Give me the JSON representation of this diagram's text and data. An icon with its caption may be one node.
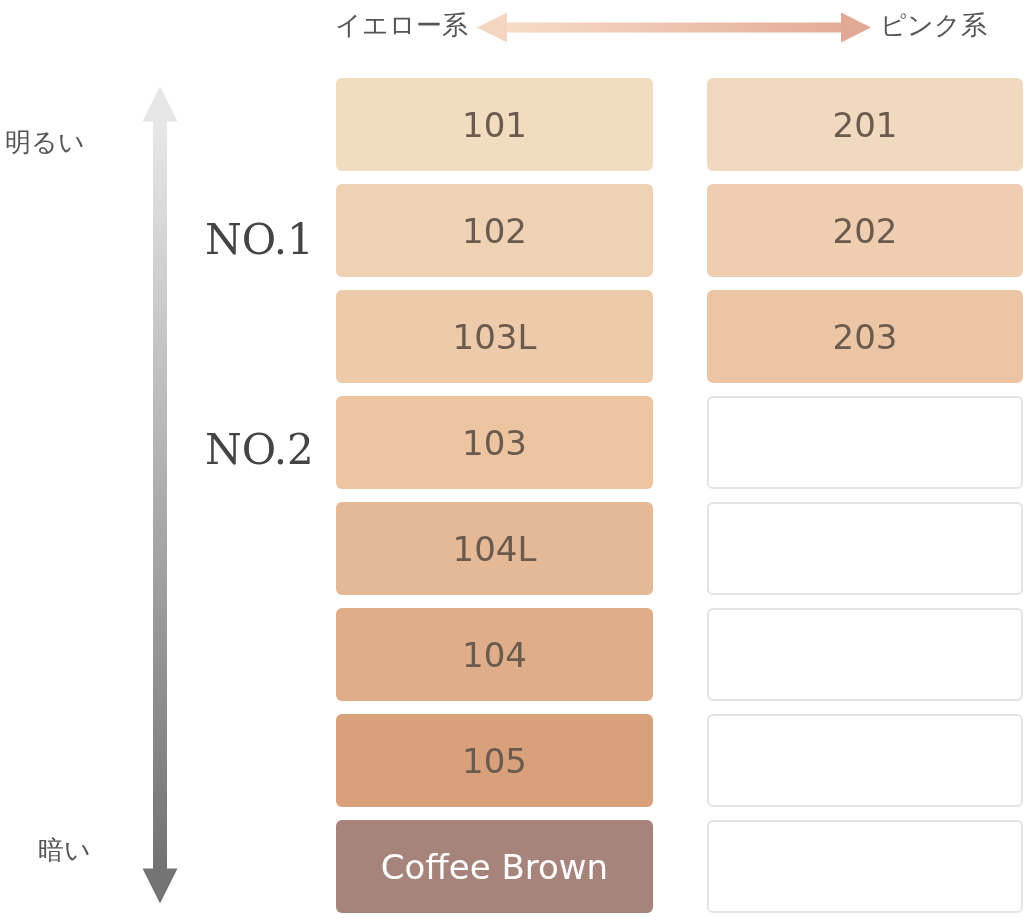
{
  "diagram": {
    "nodes": [
      {
        "text": [
          "イエロー系"
        ]
      },
      {
        "text": [
          "ピンク系"
        ]
      },
      {
        "text": [
          "101"
        ]
      },
      {
        "text": [
          "201"
        ]
      },
      {
        "text": [
          "102"
        ]
      },
      {
        "text": [
          "202"
        ]
      },
      {
        "text": [
          "103L"
        ]
      },
      {
        "text": [
          "203"
        ]
      },
      {
        "text": [
          "103"
        ]
      },
      {
        "text": [],
        "shape": "box"
      },
      {
        "text": [
          "104L"
        ]
      },
      {
        "text": [],
        "shape": "box"
      },
      {
        "text": [
          "104"
        ]
      },
      {
        "text": [],
        "shape": "box"
      },
      {
        "text": [
          "105"
        ]
      },
      {
        "text": [],
        "shape": "box"
      },
      {
        "text": [
          "Coffee Brown"
        ]
      },
      {
        "text": [],
        "shape": "box"
      }
    ],
    "edges": [
      {
        "from": 0,
        "to": 1,
        "arrow": "both"
      }
    ],
    "labels": [
      "明るい",
      "NO.1",
      "NO.2",
      "暗い"
    ]
  }
}
